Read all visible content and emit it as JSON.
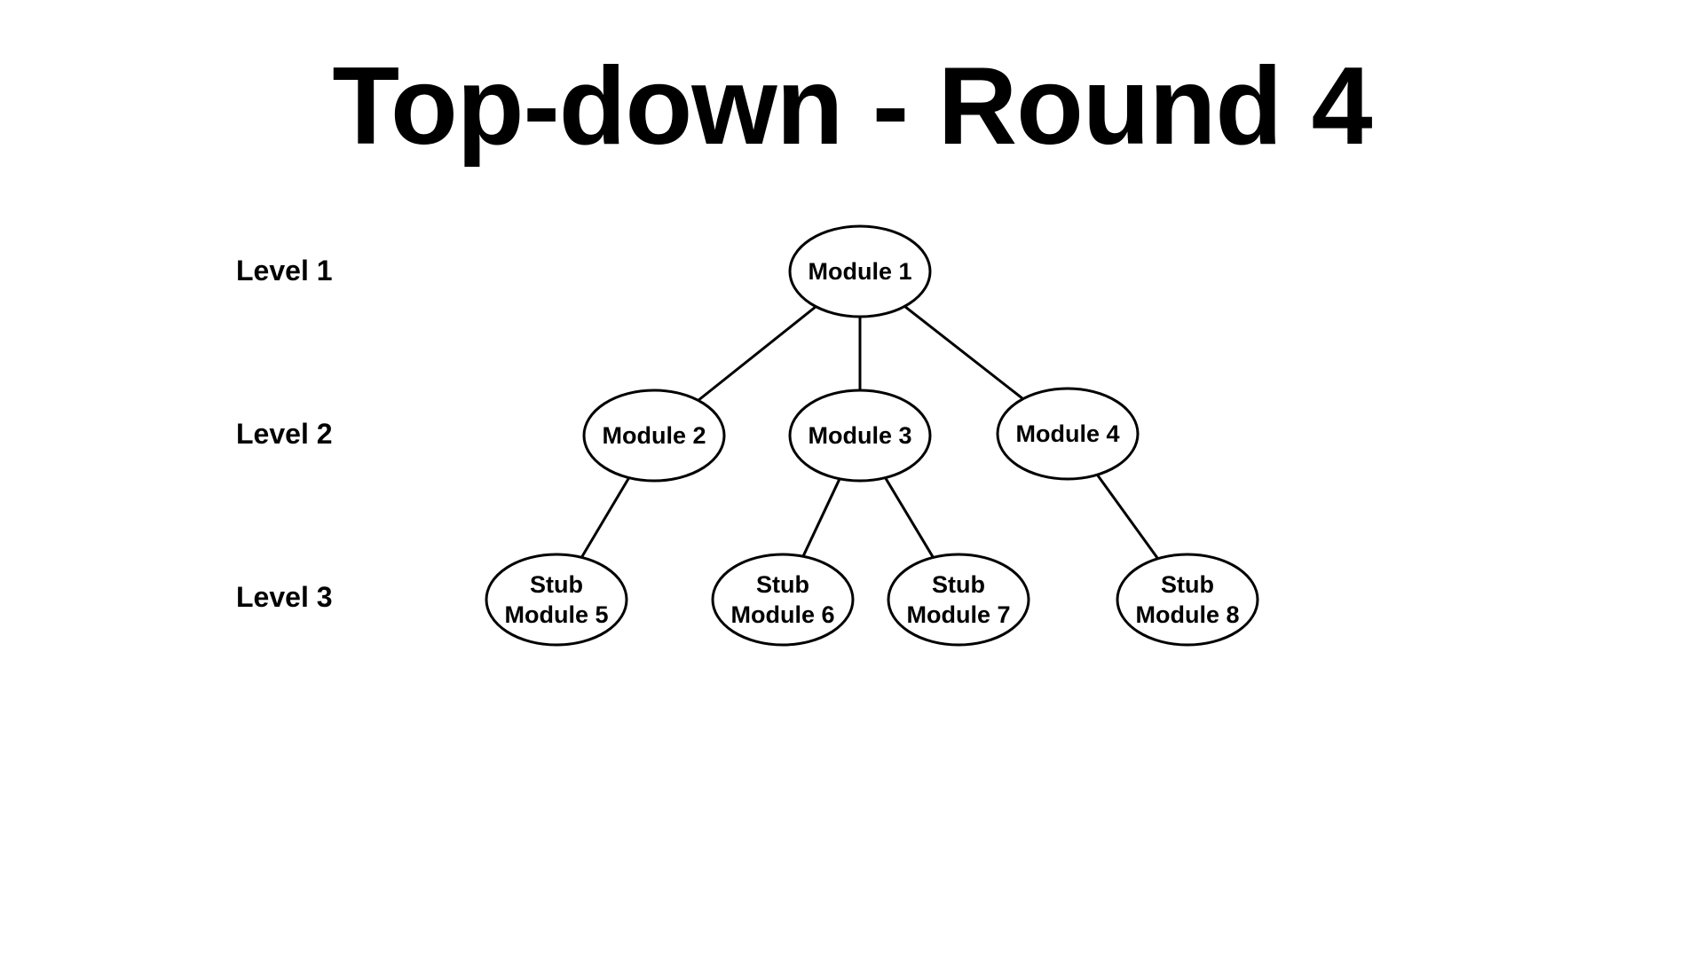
{
  "title": "Top-down - Round 4",
  "levels": [
    "Level 1",
    "Level 2",
    "Level 3"
  ],
  "nodes": {
    "m1": {
      "lines": [
        "Module 1"
      ]
    },
    "m2": {
      "lines": [
        "Module 2"
      ]
    },
    "m3": {
      "lines": [
        "Module 3"
      ]
    },
    "m4": {
      "lines": [
        "Module 4"
      ]
    },
    "s5": {
      "lines": [
        "Stub",
        "Module 5"
      ]
    },
    "s6": {
      "lines": [
        "Stub",
        "Module 6"
      ]
    },
    "s7": {
      "lines": [
        "Stub",
        "Module 7"
      ]
    },
    "s8": {
      "lines": [
        "Stub",
        "Module 8"
      ]
    }
  },
  "edges": [
    [
      "m1",
      "m2"
    ],
    [
      "m1",
      "m3"
    ],
    [
      "m1",
      "m4"
    ],
    [
      "m2",
      "s5"
    ],
    [
      "m3",
      "s6"
    ],
    [
      "m3",
      "s7"
    ],
    [
      "m4",
      "s8"
    ]
  ]
}
